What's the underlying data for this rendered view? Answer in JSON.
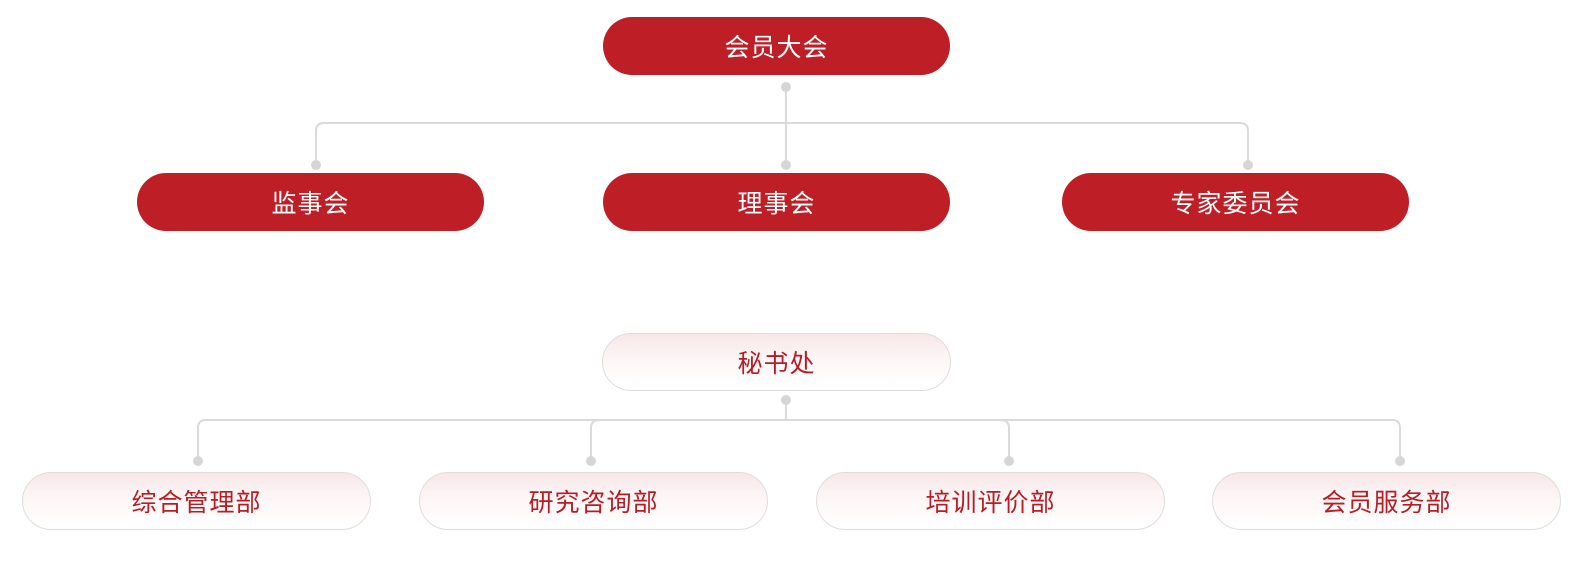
{
  "colors": {
    "primary": "#be1e25",
    "primary_text": "#ffffff",
    "secondary_text": "#b81c24",
    "connector": "#dadada"
  },
  "top": {
    "label": "会员大会"
  },
  "level2": [
    {
      "label": "监事会"
    },
    {
      "label": "理事会"
    },
    {
      "label": "专家委员会"
    }
  ],
  "secretariat": {
    "label": "秘书处"
  },
  "departments": [
    {
      "label": "综合管理部"
    },
    {
      "label": "研究咨询部"
    },
    {
      "label": "培训评价部"
    },
    {
      "label": "会员服务部"
    }
  ]
}
